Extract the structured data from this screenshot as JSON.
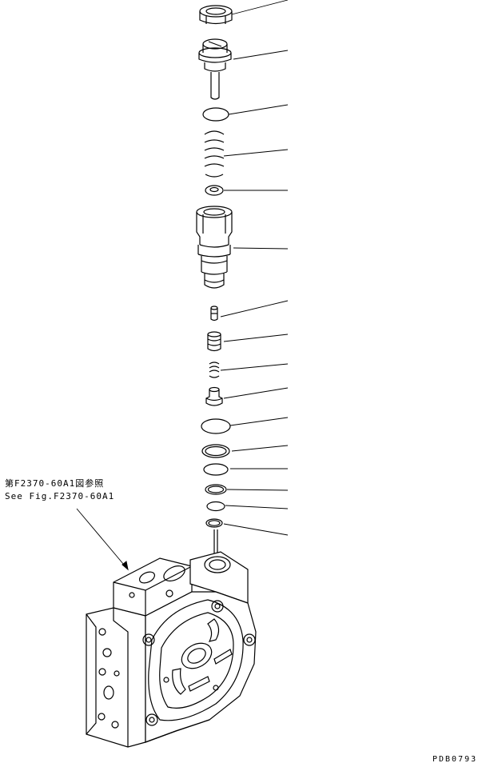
{
  "reference": {
    "japanese": "第F2370-60A1図参照",
    "english": "See Fig.F2370-60A1"
  },
  "drawing_code": "PDB0793",
  "colors": {
    "ink": "#000000",
    "paper": "#ffffff"
  }
}
